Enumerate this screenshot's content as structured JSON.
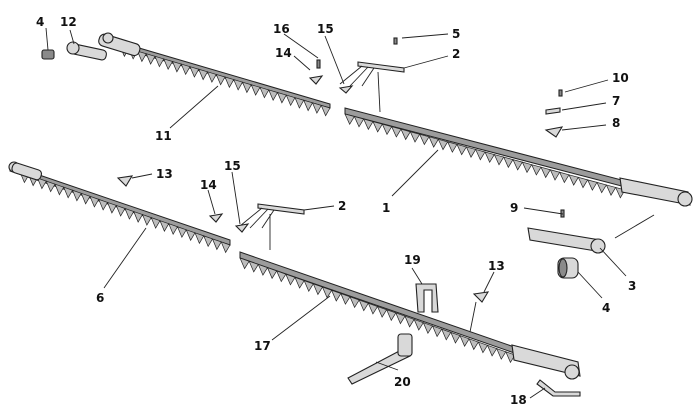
{
  "callouts": [
    {
      "id": "c4a",
      "text": "4"
    },
    {
      "id": "c12",
      "text": "12"
    },
    {
      "id": "c16",
      "text": "16"
    },
    {
      "id": "c15a",
      "text": "15"
    },
    {
      "id": "c5",
      "text": "5"
    },
    {
      "id": "c14a",
      "text": "14"
    },
    {
      "id": "c2a",
      "text": "2"
    },
    {
      "id": "c11",
      "text": "11"
    },
    {
      "id": "c10",
      "text": "10"
    },
    {
      "id": "c7",
      "text": "7"
    },
    {
      "id": "c8",
      "text": "8"
    },
    {
      "id": "c13a",
      "text": "13"
    },
    {
      "id": "c14b",
      "text": "14"
    },
    {
      "id": "c15b",
      "text": "15"
    },
    {
      "id": "c2b",
      "text": "2"
    },
    {
      "id": "c1",
      "text": "1"
    },
    {
      "id": "c9",
      "text": "9"
    },
    {
      "id": "c6",
      "text": "6"
    },
    {
      "id": "c3",
      "text": "3"
    },
    {
      "id": "c19",
      "text": "19"
    },
    {
      "id": "c13b",
      "text": "13"
    },
    {
      "id": "c4b",
      "text": "4"
    },
    {
      "id": "c17",
      "text": "17"
    },
    {
      "id": "c20",
      "text": "20"
    },
    {
      "id": "c18",
      "text": "18"
    }
  ]
}
